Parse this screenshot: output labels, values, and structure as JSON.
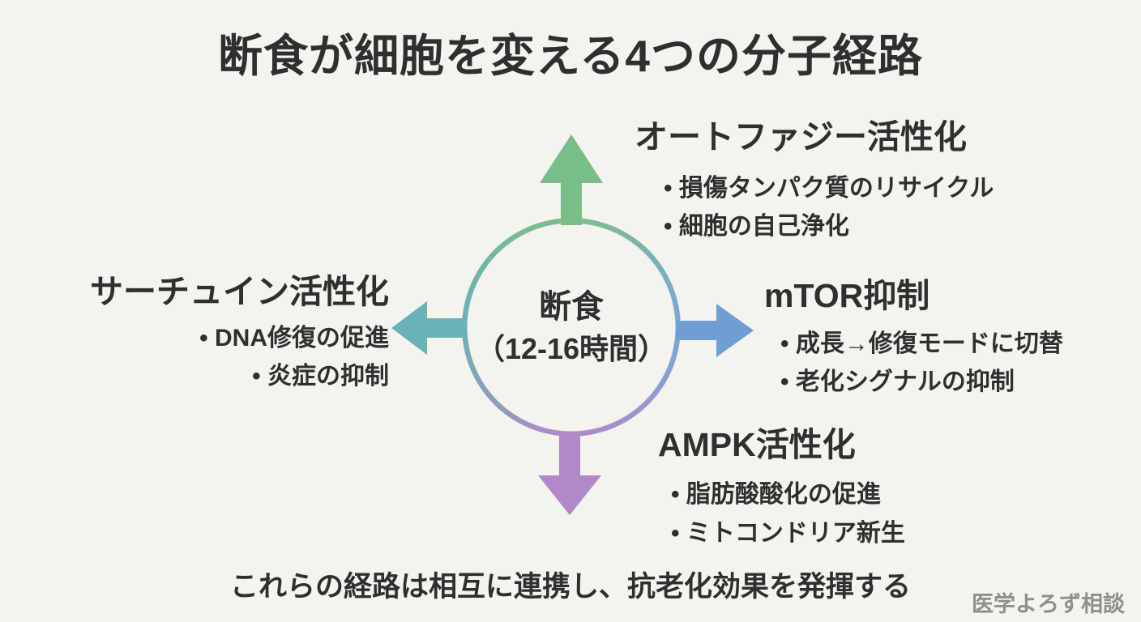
{
  "title": "断食が細胞を変える4つの分子経路",
  "center": {
    "line1": "断食",
    "line2": "（12-16時間）"
  },
  "pathways": {
    "autophagy": {
      "heading": "オートファジー活性化",
      "bullets": [
        "損傷タンパク質のリサイクル",
        "細胞の自己浄化"
      ],
      "arrow_icon": "up-arrow",
      "arrow_color": "#79bd88"
    },
    "sirtuin": {
      "heading": "サーチュイン活性化",
      "bullets": [
        "DNA修復の促進",
        "炎症の抑制"
      ],
      "arrow_icon": "left-arrow",
      "arrow_color": "#69b3b6"
    },
    "mtor": {
      "heading": "mTOR抑制",
      "bullets": [
        "成長→修復モードに切替",
        "老化シグナルの抑制"
      ],
      "arrow_icon": "right-arrow",
      "arrow_color": "#6f9dd4"
    },
    "ampk": {
      "heading": "AMPK活性化",
      "bullets": [
        "脂肪酸酸化の促進",
        "ミトコンドリア新生"
      ],
      "arrow_icon": "down-arrow",
      "arrow_color": "#b189c9"
    }
  },
  "footer": "これらの経路は相互に連携し、抗老化効果を発揮する",
  "watermark": "医学よろず相談",
  "colors": {
    "background": "#f4f3ee",
    "text": "#2f2f2f",
    "watermark_text": "#8f9087",
    "ring_top_green": "#7cbe89",
    "ring_right_blue": "#7aa8d8",
    "ring_bottom_purple": "#b287c8",
    "ring_left_teal": "#69b3b6"
  }
}
